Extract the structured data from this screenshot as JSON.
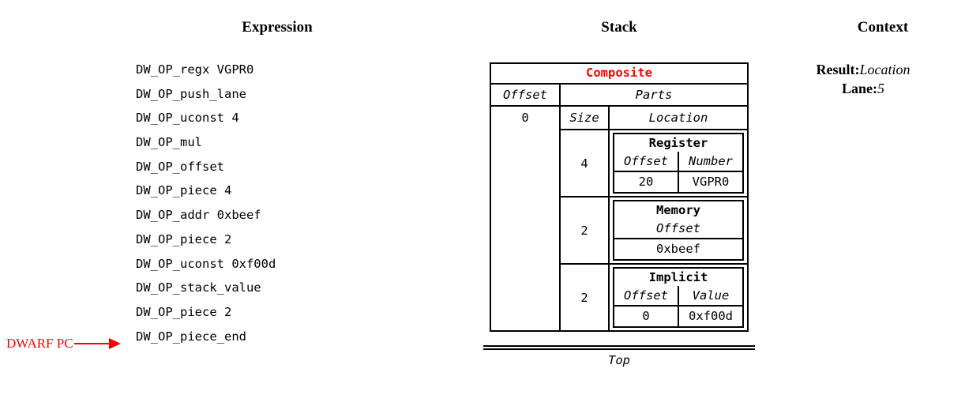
{
  "headings": {
    "expression": "Expression",
    "stack": "Stack",
    "context": "Context"
  },
  "expression": {
    "lines": [
      "DW_OP_regx VGPR0",
      "DW_OP_push_lane",
      "DW_OP_uconst 4",
      "DW_OP_mul",
      "DW_OP_offset",
      "DW_OP_piece 4",
      "DW_OP_addr 0xbeef",
      "DW_OP_piece 2",
      "DW_OP_uconst 0xf00d",
      "DW_OP_stack_value",
      "DW_OP_piece 2",
      "DW_OP_piece_end"
    ]
  },
  "pointer": {
    "label": "DWARF PC",
    "color": "#ff0000"
  },
  "stack": {
    "entry_title": "Composite",
    "entry_title_color": "#ff0000",
    "offset_header": "Offset",
    "offset_value": "0",
    "parts_header": "Parts",
    "size_header": "Size",
    "location_header": "Location",
    "bottom_caption": "Top",
    "parts": [
      {
        "size": "4",
        "location": {
          "kind": "Register",
          "headers": [
            "Offset",
            "Number"
          ],
          "values": [
            "20",
            "VGPR0"
          ]
        }
      },
      {
        "size": "2",
        "location": {
          "kind": "Memory",
          "headers": [
            "Offset"
          ],
          "values": [
            "0xbeef"
          ]
        }
      },
      {
        "size": "2",
        "location": {
          "kind": "Implicit",
          "headers": [
            "Offset",
            "Value"
          ],
          "values": [
            "0",
            "0xf00d"
          ]
        }
      }
    ]
  },
  "context": {
    "result_key": "Result:",
    "result_value": "Location",
    "lane_key": "Lane:",
    "lane_value": "5"
  }
}
